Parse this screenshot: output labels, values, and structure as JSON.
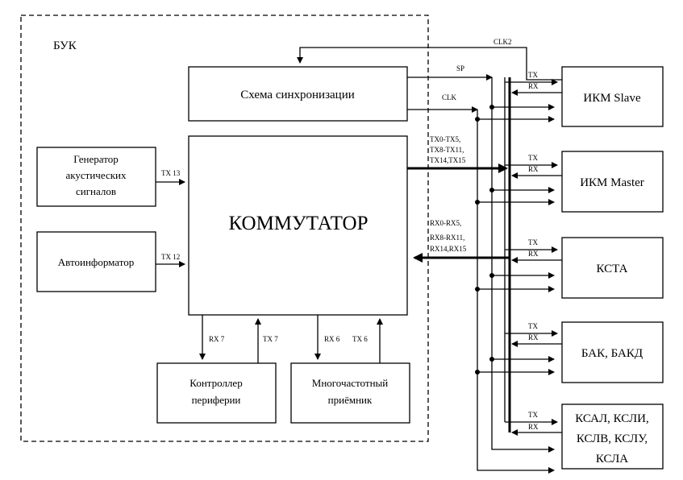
{
  "buk_label": "БУК",
  "blocks": {
    "sync": "Схема синхронизации",
    "commutator": "КОММУТАТОР",
    "generator": [
      "Генератор",
      "акустических",
      "сигналов"
    ],
    "autoinformer": "Автоинформатор",
    "periph": [
      "Контроллер",
      "периферии"
    ],
    "multifreq": [
      "Многочастотный",
      "приёмник"
    ],
    "ikm_slave": "ИКМ Slave",
    "ikm_master": "ИКМ Master",
    "ksta": "КСТА",
    "bak": "БАК, БАКД",
    "ksal": [
      "КСАЛ, КСЛИ,",
      "КСЛВ, КСЛУ,",
      "КСЛА"
    ]
  },
  "signals": {
    "clk2": "CLK2",
    "sp": "SP",
    "clk": "CLK",
    "tx": "TX",
    "rx": "RX",
    "tx13": "TX 13",
    "tx12": "TX 12",
    "rx7": "RX 7",
    "tx7": "TX 7",
    "rx6": "RX 6",
    "tx6": "TX 6",
    "tx_bus": [
      "TX0-TX5,",
      "TX8-TX11,",
      "TX14,TX15"
    ],
    "rx_bus": [
      "RX0-RX5,",
      "RX8-RX11,",
      "RX14,RX15"
    ]
  }
}
